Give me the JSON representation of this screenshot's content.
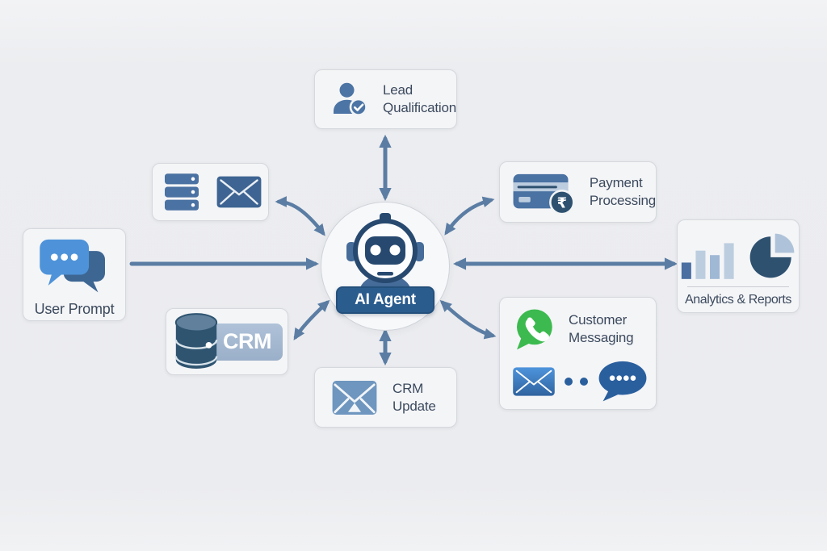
{
  "diagram": {
    "type": "ai-agent-workflow",
    "center": {
      "label": "AI Agent",
      "icon": "robot-icon"
    },
    "nodes": {
      "lead_qualification": {
        "label": "Lead\nQualification",
        "icons": [
          "person-check-icon"
        ]
      },
      "server_mail": {
        "icons": [
          "server-stack-icon",
          "envelope-icon"
        ]
      },
      "payment_processing": {
        "label": "Payment\nProcessing",
        "icons": [
          "credit-card-icon",
          "rupee-coin-icon"
        ],
        "coin_symbol": "₹"
      },
      "user_prompt": {
        "label": "User Prompt",
        "icons": [
          "chat-bubbles-icon"
        ]
      },
      "analytics_reports": {
        "label": "Analytics & Reports",
        "icons": [
          "bar-chart-icon",
          "pie-chart-icon"
        ]
      },
      "crm_database": {
        "badge": "CRM",
        "icons": [
          "database-icon"
        ]
      },
      "crm_update": {
        "label": "CRM\nUpdate",
        "icons": [
          "envelope-icon"
        ]
      },
      "customer_messaging": {
        "label": "Customer\nMessaging",
        "icons": [
          "whatsapp-icon",
          "envelope-icon",
          "chat-bubble-dots-icon"
        ]
      }
    },
    "connections": [
      {
        "from": "user_prompt",
        "to": "ai_agent",
        "style": "single-arrow"
      },
      {
        "from": "ai_agent",
        "to": "lead_qualification",
        "style": "double-arrow"
      },
      {
        "from": "ai_agent",
        "to": "server_mail",
        "style": "double-arrow-curved"
      },
      {
        "from": "ai_agent",
        "to": "payment_processing",
        "style": "double-arrow-curved"
      },
      {
        "from": "ai_agent",
        "to": "analytics_reports",
        "style": "double-arrow"
      },
      {
        "from": "ai_agent",
        "to": "crm_database",
        "style": "double-arrow-curved"
      },
      {
        "from": "ai_agent",
        "to": "crm_update",
        "style": "double-arrow"
      },
      {
        "from": "ai_agent",
        "to": "customer_messaging",
        "style": "double-arrow-curved"
      }
    ],
    "colors": {
      "background": "#ECEDF0",
      "box_bg": "#F4F5F7",
      "box_border": "#D5D8DD",
      "text": "#3C4A5E",
      "arrow": "#5B7DA4",
      "steel_blue": "#4A72A2",
      "dark_navy": "#27496F",
      "badge_bg": "#2B5C8E",
      "light_blue": "#BCCDDF",
      "mid_blue": "#9FB8D4",
      "bright_blue": "#4E93D9",
      "whatsapp_green": "#3CBA4F",
      "bubble_blue": "#2A5F9E"
    }
  }
}
